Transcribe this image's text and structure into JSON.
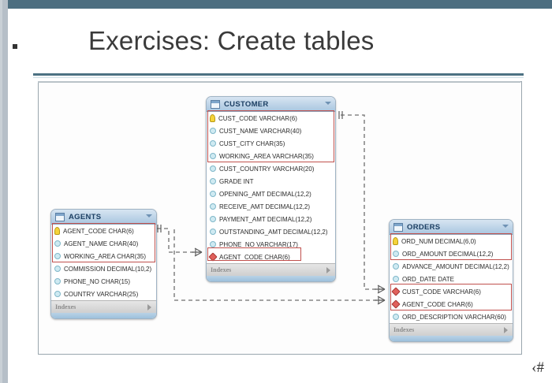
{
  "slide": {
    "title": "Exercises: Create tables",
    "bullet": "",
    "page_number": "‹#",
    "accent_color": "#4d6e80",
    "highlight_color": "#c0504d"
  },
  "diagram": {
    "indexes_label": "Indexes",
    "entities": [
      {
        "name": "CUSTOMER",
        "icon": "table-icon",
        "columns": [
          {
            "key": "pk",
            "label": "CUST_CODE VARCHAR(6)"
          },
          {
            "key": "col",
            "label": "CUST_NAME VARCHAR(40)"
          },
          {
            "key": "col",
            "label": "CUST_CITY CHAR(35)"
          },
          {
            "key": "col",
            "label": "WORKING_AREA VARCHAR(35)"
          },
          {
            "key": "col",
            "label": "CUST_COUNTRY VARCHAR(20)"
          },
          {
            "key": "col",
            "label": "GRADE INT"
          },
          {
            "key": "col",
            "label": "OPENING_AMT DECIMAL(12,2)"
          },
          {
            "key": "col",
            "label": "RECEIVE_AMT DECIMAL(12,2)"
          },
          {
            "key": "col",
            "label": "PAYMENT_AMT DECIMAL(12,2)"
          },
          {
            "key": "col",
            "label": "OUTSTANDING_AMT DECIMAL(12,2)"
          },
          {
            "key": "col",
            "label": "PHONE_NO VARCHAR(17)"
          },
          {
            "key": "fk",
            "label": "AGENT_CODE CHAR(6)"
          }
        ]
      },
      {
        "name": "AGENTS",
        "icon": "table-icon",
        "columns": [
          {
            "key": "pk",
            "label": "AGENT_CODE CHAR(6)"
          },
          {
            "key": "col",
            "label": "AGENT_NAME CHAR(40)"
          },
          {
            "key": "col",
            "label": "WORKING_AREA CHAR(35)"
          },
          {
            "key": "col",
            "label": "COMMISSION DECIMAL(10,2)"
          },
          {
            "key": "col",
            "label": "PHONE_NO CHAR(15)"
          },
          {
            "key": "col",
            "label": "COUNTRY VARCHAR(25)"
          }
        ]
      },
      {
        "name": "ORDERS",
        "icon": "table-icon",
        "columns": [
          {
            "key": "pk",
            "label": "ORD_NUM DECIMAL(6,0)"
          },
          {
            "key": "col",
            "label": "ORD_AMOUNT DECIMAL(12,2)"
          },
          {
            "key": "col",
            "label": "ADVANCE_AMOUNT DECIMAL(12,2)"
          },
          {
            "key": "col",
            "label": "ORD_DATE DATE"
          },
          {
            "key": "fk",
            "label": "CUST_CODE VARCHAR(6)"
          },
          {
            "key": "fk",
            "label": "AGENT_CODE CHAR(6)"
          },
          {
            "key": "col",
            "label": "ORD_DESCRIPTION VARCHAR(60)"
          }
        ]
      }
    ]
  }
}
